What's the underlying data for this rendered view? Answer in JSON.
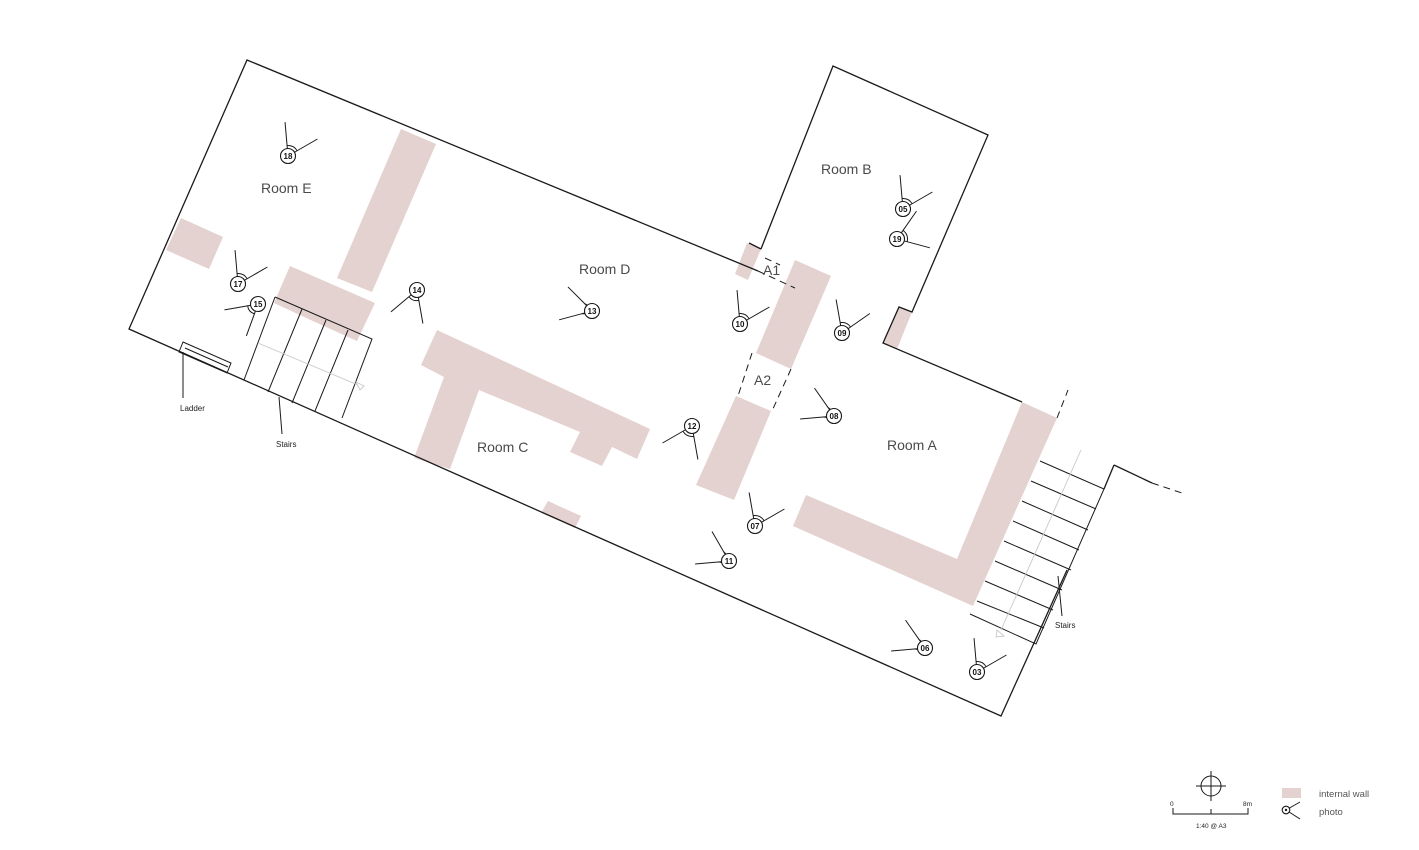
{
  "rooms": {
    "room_e": "Room E",
    "room_d": "Room D",
    "room_b": "Room B",
    "room_c": "Room C",
    "room_a": "Room A",
    "a1": "A1",
    "a2": "A2"
  },
  "labels": {
    "ladder": "Ladder",
    "stairs_left": "Stairs",
    "stairs_right": "Stairs"
  },
  "photos": [
    "18",
    "17",
    "15",
    "14",
    "13",
    "10",
    "09",
    "05",
    "19",
    "12",
    "08",
    "07",
    "11",
    "06",
    "03"
  ],
  "legend": {
    "internal_wall": "internal wall",
    "photo": "photo"
  },
  "scale": {
    "start": "0",
    "end": "8m",
    "ratio": "1:40 @ A3"
  },
  "colors": {
    "internal_wall": "#e4d2d0",
    "line": "#1a1a1a"
  }
}
